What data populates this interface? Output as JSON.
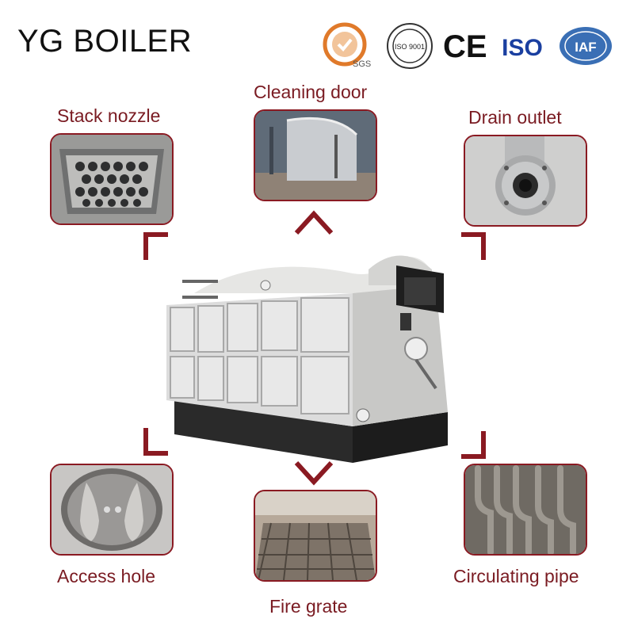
{
  "brand": {
    "name": "YG BOILER"
  },
  "certifications": {
    "sgs": "SGS",
    "iso9001": "ISO 9001",
    "ce": "CE",
    "iso": "ISO",
    "iaf": "IAF"
  },
  "parts": [
    {
      "label": "Stack nozzle"
    },
    {
      "label": "Cleaning door"
    },
    {
      "label": "Drain outlet"
    },
    {
      "label": "Access hole"
    },
    {
      "label": "Fire grate"
    },
    {
      "label": "Circulating pipe"
    }
  ],
  "colors": {
    "accent": "#8a1a22",
    "label": "#7a1b22"
  }
}
